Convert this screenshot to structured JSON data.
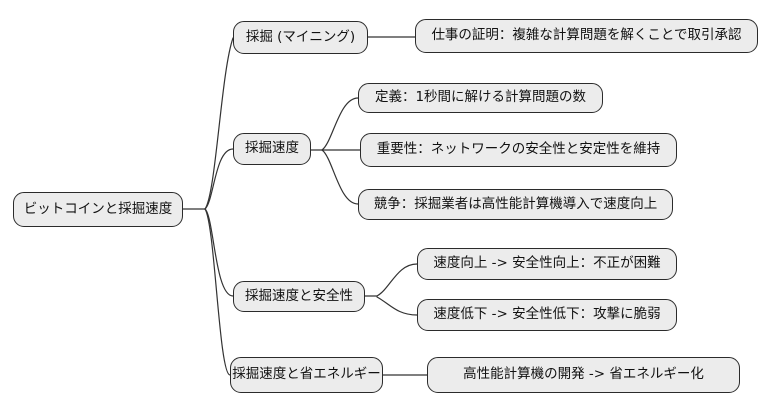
{
  "diagram": {
    "type": "mindmap",
    "root": {
      "label": "ビットコインと採掘速度"
    },
    "branches": [
      {
        "label": "採掘 (マイニング)",
        "children": [
          {
            "label": "仕事の証明：複雑な計算問題を解くことで取引承認"
          }
        ]
      },
      {
        "label": "採掘速度",
        "children": [
          {
            "label": "定義：1秒間に解ける計算問題の数"
          },
          {
            "label": "重要性：ネットワークの安全性と安定性を維持"
          },
          {
            "label": "競争：採掘業者は高性能計算機導入で速度向上"
          }
        ]
      },
      {
        "label": "採掘速度と安全性",
        "children": [
          {
            "label": "速度向上 -> 安全性向上：不正が困難"
          },
          {
            "label": "速度低下 -> 安全性低下：攻撃に脆弱"
          }
        ]
      },
      {
        "label": "採掘速度と省エネルギー",
        "children": [
          {
            "label": "高性能計算機の開発 -> 省エネルギー化"
          }
        ]
      }
    ],
    "colors": {
      "background": "#ffffff",
      "node_fill": "#ececec",
      "node_border": "#2b2b2b",
      "text": "#111111",
      "edge": "#333333"
    }
  }
}
